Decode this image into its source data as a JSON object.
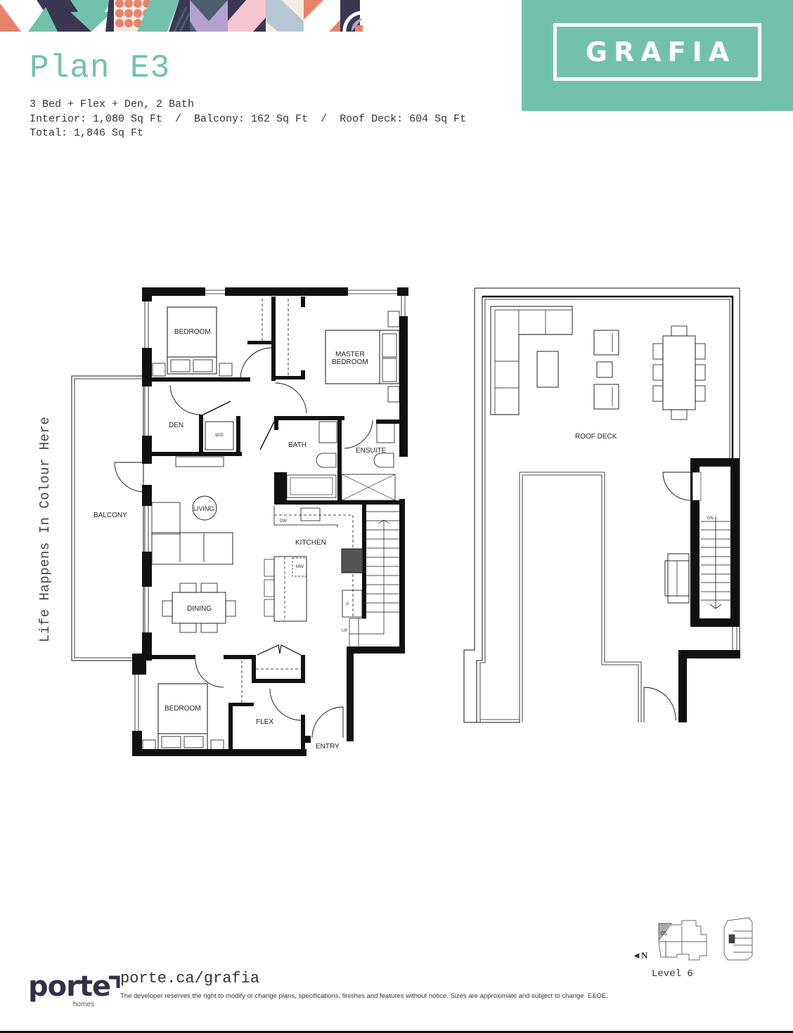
{
  "brand": {
    "name": "GRAFIA",
    "accent_color": "#72c2ab"
  },
  "banner": {
    "colors": [
      "#e8826c",
      "#3b3752",
      "#72c2ab",
      "#b3a2d0",
      "#f7c5cf",
      "#b7c6d4",
      "#f3ebe0",
      "#4d5e6e"
    ]
  },
  "plan": {
    "title": "Plan E3",
    "type": "3 Bed + Flex + Den, 2 Bath",
    "areas_line": "Interior: 1,080 Sq Ft  /  Balcony: 162 Sq Ft  /  Roof Deck: 604 Sq Ft",
    "total_line": "Total: 1,846 Sq Ft",
    "interior_sqft": "1,080",
    "balcony_sqft": "162",
    "roof_deck_sqft": "604",
    "total_sqft": "1,846"
  },
  "tagline": "Life Happens In Colour Here",
  "floorplan": {
    "rooms": {
      "bedroom_top": "BEDROOM",
      "master_bedroom_1": "MASTER",
      "master_bedroom_2": "BEDROOM",
      "den": "DEN",
      "wd": "W/D",
      "bath": "BATH",
      "ensuite": "ENSUITE",
      "balcony": "BALCONY",
      "living": "LIVING",
      "kitchen": "KITCHEN",
      "dw": "DW",
      "mw": "MW",
      "fridge": "F",
      "up": "UP",
      "dining": "DINING",
      "bedroom_bottom": "BEDROOM",
      "flex": "FLEX",
      "entry": "ENTRY"
    }
  },
  "roofplan": {
    "rooms": {
      "roof_deck": "ROOF DECK",
      "dn": "DN"
    }
  },
  "footer": {
    "logo_word": "porte",
    "logo_sub": "homes",
    "url": "porte.ca/grafia",
    "disclaimer": "The developer reserves the right to modify or change plans, specifications, finishes and features without notice. Sizes are approximate and subject to change. E&OE."
  },
  "keyplan": {
    "unit": "05",
    "north_label": "◄N",
    "level_label": "Level 6"
  }
}
